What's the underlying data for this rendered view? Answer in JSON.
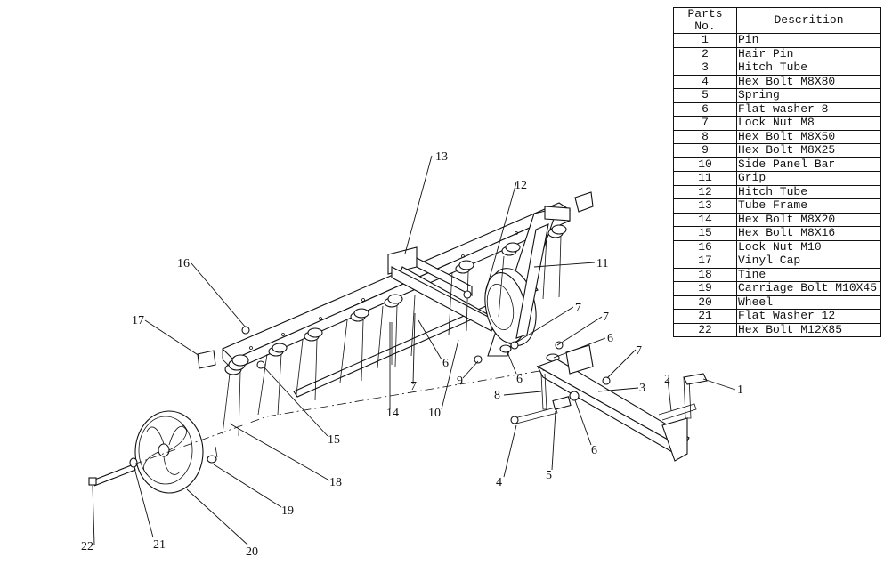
{
  "parts_table": {
    "header_no": "Parts No.",
    "header_desc": "Descrition",
    "rows": [
      {
        "no": "1",
        "desc": "Pin"
      },
      {
        "no": "2",
        "desc": "Hair Pin"
      },
      {
        "no": "3",
        "desc": "Hitch Tube"
      },
      {
        "no": "4",
        "desc": "Hex Bolt M8X80"
      },
      {
        "no": "5",
        "desc": "Spring"
      },
      {
        "no": "6",
        "desc": "Flat washer 8"
      },
      {
        "no": "7",
        "desc": "Lock Nut M8"
      },
      {
        "no": "8",
        "desc": "Hex Bolt M8X50"
      },
      {
        "no": "9",
        "desc": "Hex Bolt M8X25"
      },
      {
        "no": "10",
        "desc": "Side Panel Bar"
      },
      {
        "no": "11",
        "desc": "Grip"
      },
      {
        "no": "12",
        "desc": "Hitch Tube"
      },
      {
        "no": "13",
        "desc": "Tube Frame"
      },
      {
        "no": "14",
        "desc": "Hex Bolt M8X20"
      },
      {
        "no": "15",
        "desc": "Hex Bolt M8X16"
      },
      {
        "no": "16",
        "desc": "Lock Nut M10"
      },
      {
        "no": "17",
        "desc": "Vinyl Cap"
      },
      {
        "no": "18",
        "desc": "Tine"
      },
      {
        "no": "19",
        "desc": "Carriage Bolt M10X45"
      },
      {
        "no": "20",
        "desc": "Wheel"
      },
      {
        "no": "21",
        "desc": "Flat Washer 12"
      },
      {
        "no": "22",
        "desc": "Hex Bolt M12X85"
      }
    ]
  },
  "callouts": [
    "13",
    "12",
    "11",
    "16",
    "17",
    "7",
    "7",
    "6",
    "7",
    "6",
    "7",
    "9",
    "6",
    "14",
    "10",
    "3",
    "1",
    "2",
    "8",
    "6",
    "15",
    "18",
    "19",
    "20",
    "21",
    "22",
    "4",
    "5"
  ]
}
